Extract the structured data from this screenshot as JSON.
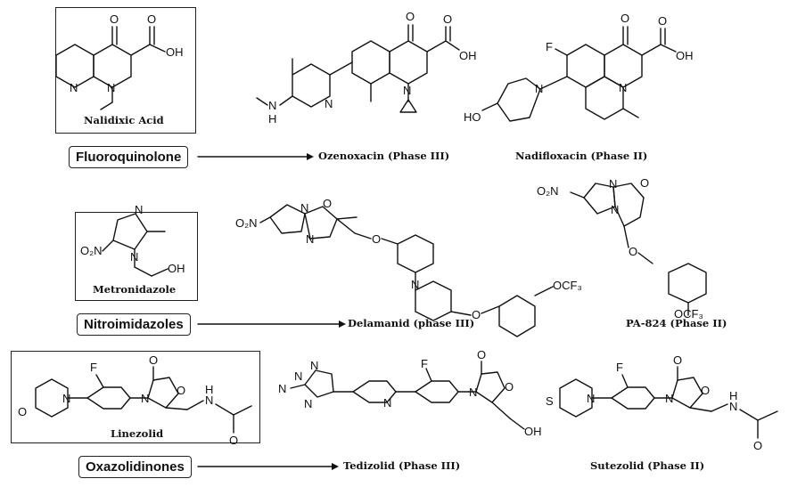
{
  "classes": {
    "fluoroquinolone": "Fluoroquinolone",
    "nitroimidazoles": "Nitroimidazoles",
    "oxazolidinones": "Oxazolidinones"
  },
  "compounds": {
    "nalidixic_acid": "Nalidixic Acid",
    "ozenoxacin": "Ozenoxacin (Phase III)",
    "nadifloxacin": "Nadifloxacin (Phase II)",
    "metronidazole": "Metronidazole",
    "delamanid": "Delamanid (phase III)",
    "pa824": "PA-824 (Phase II)",
    "linezolid": "Linezolid",
    "tedizolid": "Tedizolid (Phase III)",
    "sutezolid": "Sutezolid (Phase II)"
  },
  "atoms": {
    "o": "O",
    "oh": "OH",
    "n": "N",
    "f": "F",
    "s": "S",
    "ho": "HO",
    "h": "H",
    "o2n": "O₂N",
    "ocf3": "OCF₃"
  }
}
